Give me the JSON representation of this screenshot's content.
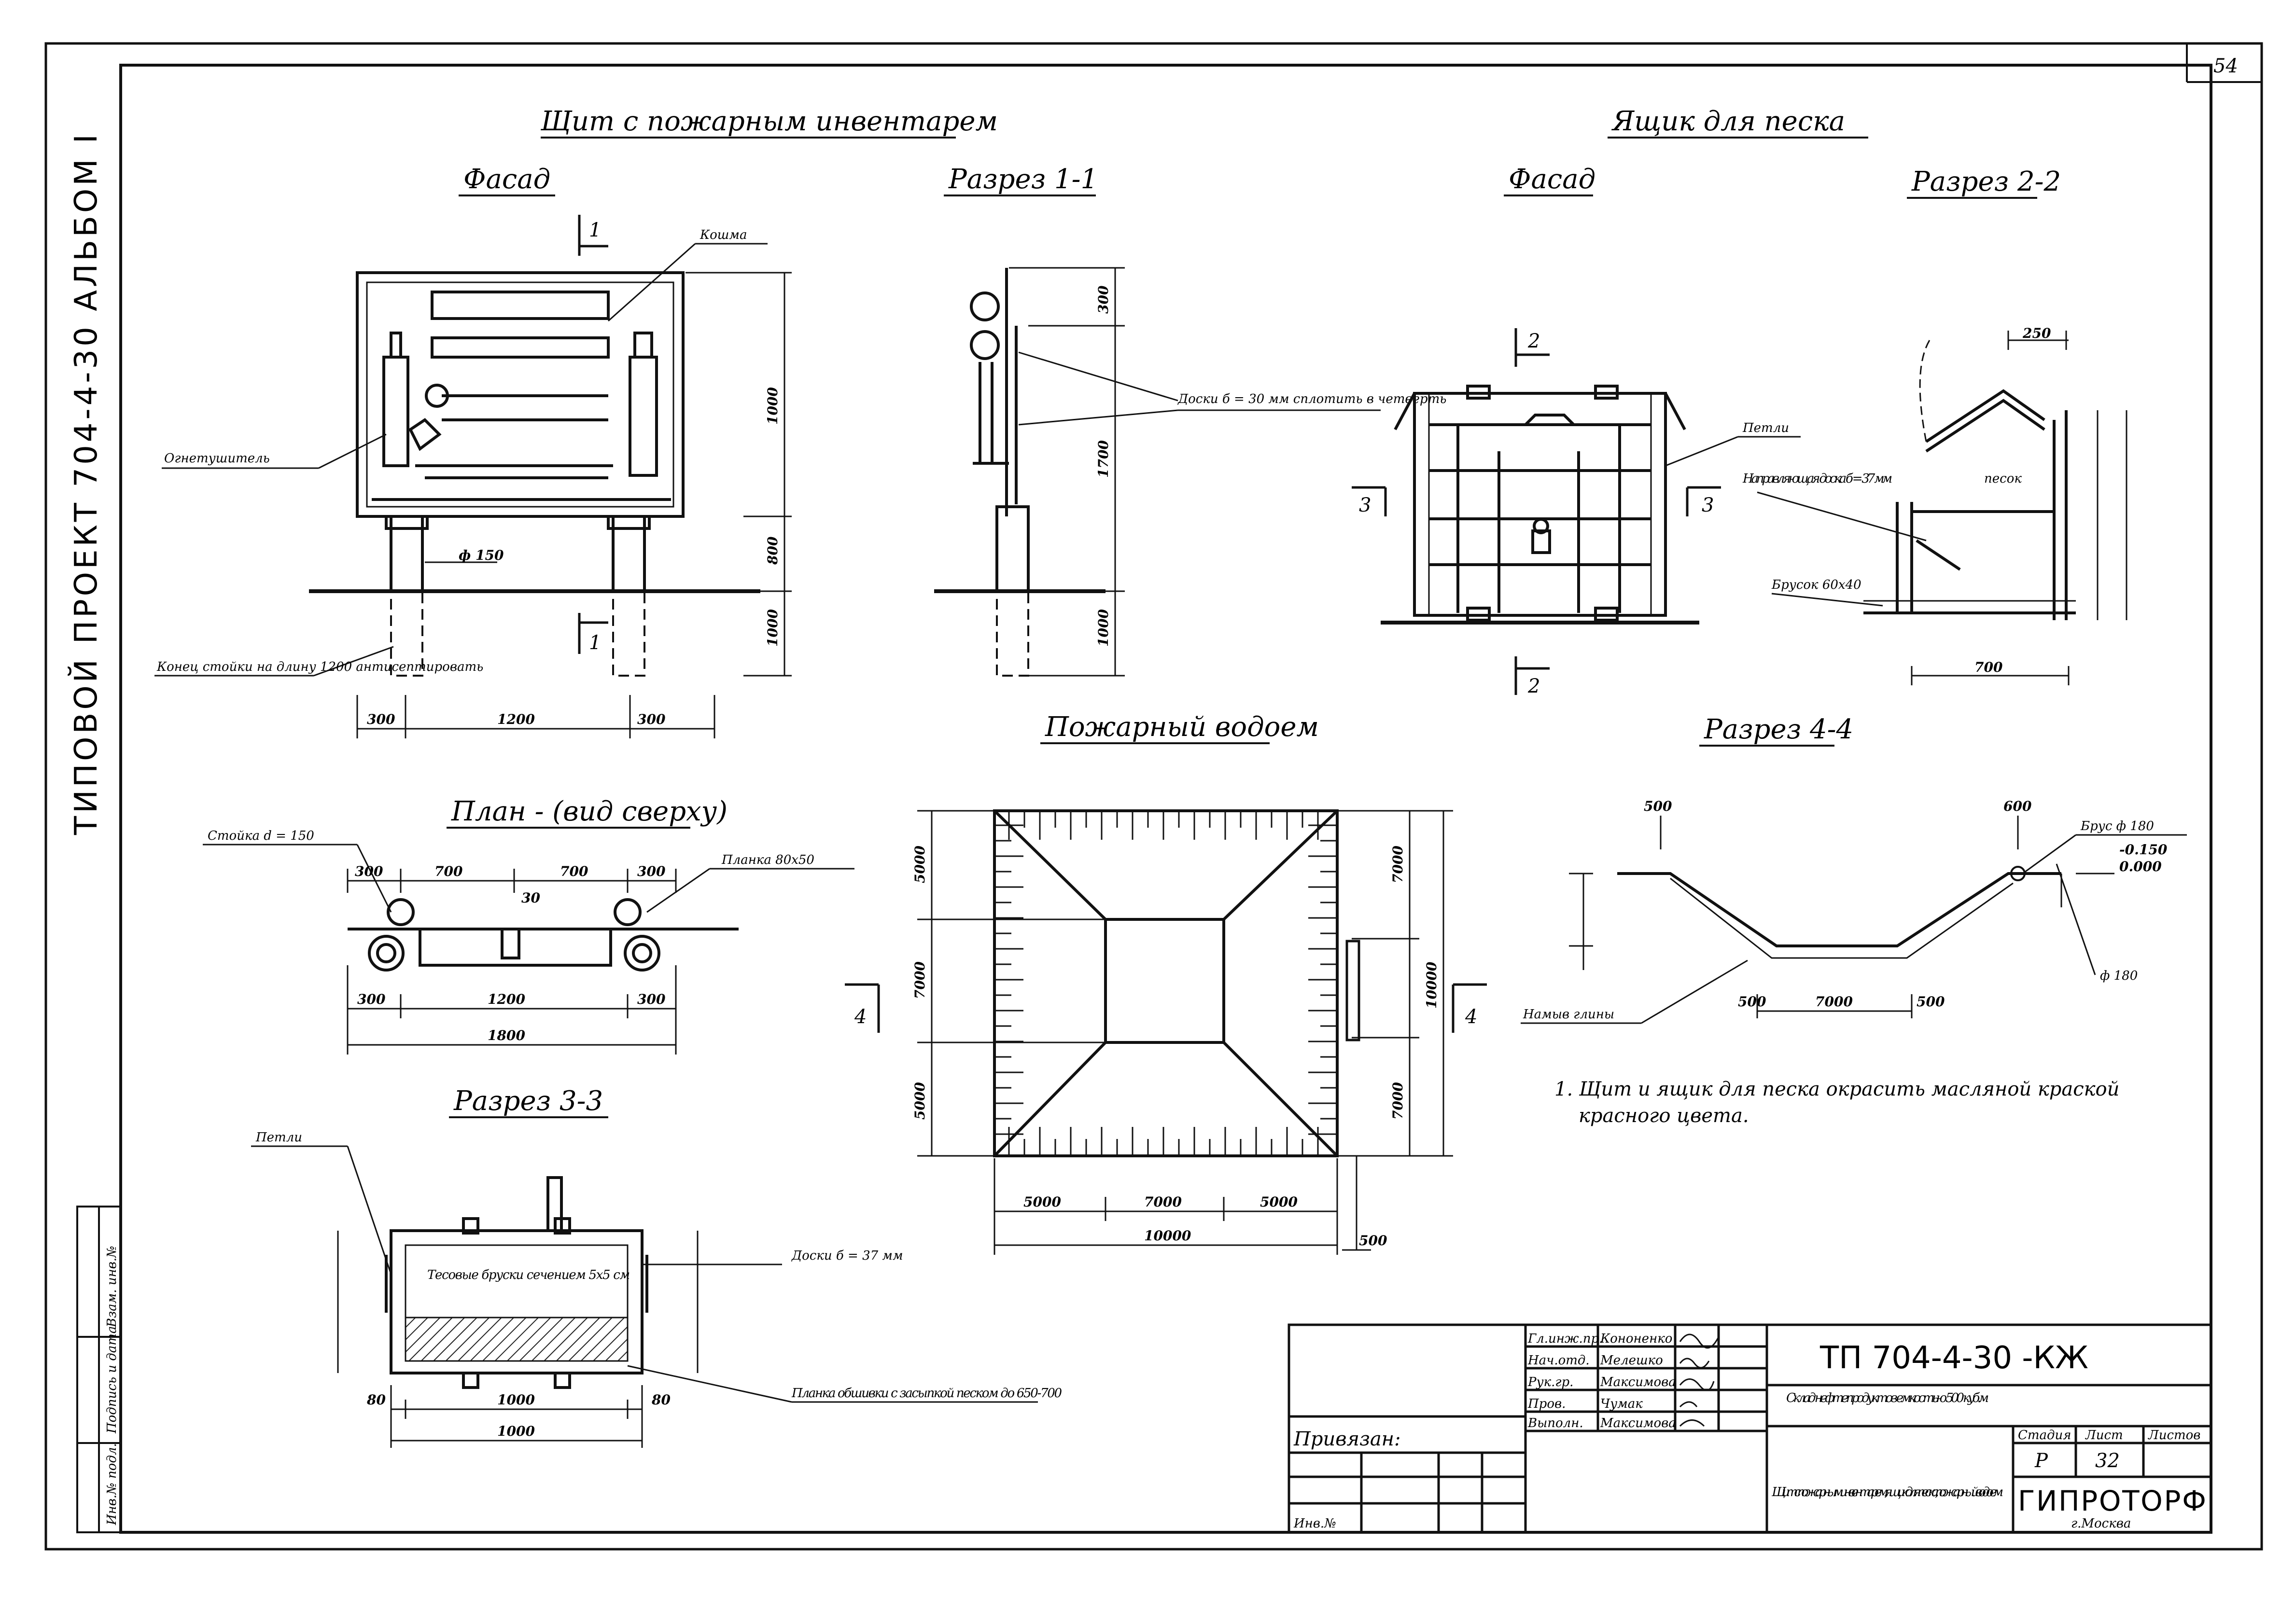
{
  "sheet_number": "54",
  "side_label": "ТИПОВОЙ  ПРОЕКТ  704-4-30  АЛЬБОМ I",
  "left_column_labels": [
    "Инв.№ подл.",
    "Подпись и дата",
    "Взам. инв.№"
  ],
  "shield": {
    "title": "Щит с пожарным инвентарем",
    "facade": {
      "title": "Фасад",
      "label_hook": "Кошма",
      "label_extinguisher": "Огнетушитель",
      "label_post_end": "Конец стойки на длину 1200 антисептировать",
      "dim_diameter": "ф 150",
      "dims_bottom": [
        "300",
        "1200",
        "300"
      ],
      "dims_right": [
        "1000",
        "800",
        "1000"
      ],
      "section_mark": "1"
    },
    "section_1_1": {
      "title": "Разрез 1-1",
      "label_board": "Доски б = 30 мм сплотить в четверть",
      "dims_right": [
        "300",
        "1700",
        "1000"
      ]
    },
    "plan": {
      "title": "План - (вид сверху)",
      "label_post": "Стойка d = 150",
      "label_plank": "Планка 80x50",
      "dims_top": [
        "300",
        "700",
        "700",
        "300"
      ],
      "dim_mid": "30",
      "dims_bottom": [
        "300",
        "1200",
        "300"
      ],
      "dim_total": "1800"
    }
  },
  "sand_box": {
    "title": "Ящик для песка",
    "facade": {
      "title": "Фасад",
      "label_loop": "Петли",
      "section_marks": [
        "2",
        "3",
        "3",
        "2"
      ]
    },
    "section_2_2": {
      "title": "Разрез 2-2",
      "label_guide": "Направляющая доска б = 37 мм",
      "label_bar": "Брусок 60x40",
      "label_sand": "песок",
      "dims": [
        "250",
        "700"
      ]
    },
    "section_3_3": {
      "title": "Разрез 3-3",
      "label_loop": "Петли",
      "label_boards": "Тесовые бруски сечением 5x5 см",
      "label_board": "Доски б = 37 мм",
      "label_fill": "Планка обшивки с засыпкой песком до 650-700",
      "dims_bottom": [
        "80",
        "1000",
        "80"
      ],
      "dim_total": "1000"
    }
  },
  "reservoir": {
    "title": "Пожарный водоем",
    "dims_left": [
      "5000",
      "7000",
      "5000"
    ],
    "dims_right": [
      "7000",
      "10000",
      "7000"
    ],
    "dims_bottom": [
      "5000",
      "7000",
      "5000"
    ],
    "dim_total": "10000",
    "dim_side": "500",
    "section_marks": [
      "4",
      "4"
    ]
  },
  "section_4_4": {
    "title": "Разрез 4-4",
    "label_clay": "Намыв глины",
    "label_beam": "Брус ф 180",
    "label_pipe": "ф 180",
    "dims_top": [
      "500",
      "600"
    ],
    "dims_bottom": [
      "500",
      "7000",
      "500"
    ],
    "levels": [
      "-0.150",
      "0.000"
    ]
  },
  "note": {
    "line1": "1. Щит и ящик для песка окрасить масляной краской",
    "line2": "красного цвета."
  },
  "stamp": {
    "code": "ТП  704-4-30  -КЖ",
    "object": "Склад нефтепродуктов емкостью 500 куб.м",
    "sheet_title": "Щит с пожарным инвентарем, ящик для песка, пожарный водоем",
    "org": "ГИПРОТОРФ",
    "city": "г.Москва",
    "stage_header": "Стадия",
    "sheet_header": "Лист",
    "sheets_header": "Листов",
    "stage": "Р",
    "sheet": "32",
    "roles": [
      "Гл.инж.пр.",
      "Нач.отд.",
      "Рук.гр.",
      "Пров.",
      "Выполн."
    ],
    "names": [
      "Кононенко",
      "Мелешко",
      "Максимова",
      "Чумак",
      "Максимова"
    ],
    "bound": "Привязан:",
    "inv": "Инв.№"
  }
}
